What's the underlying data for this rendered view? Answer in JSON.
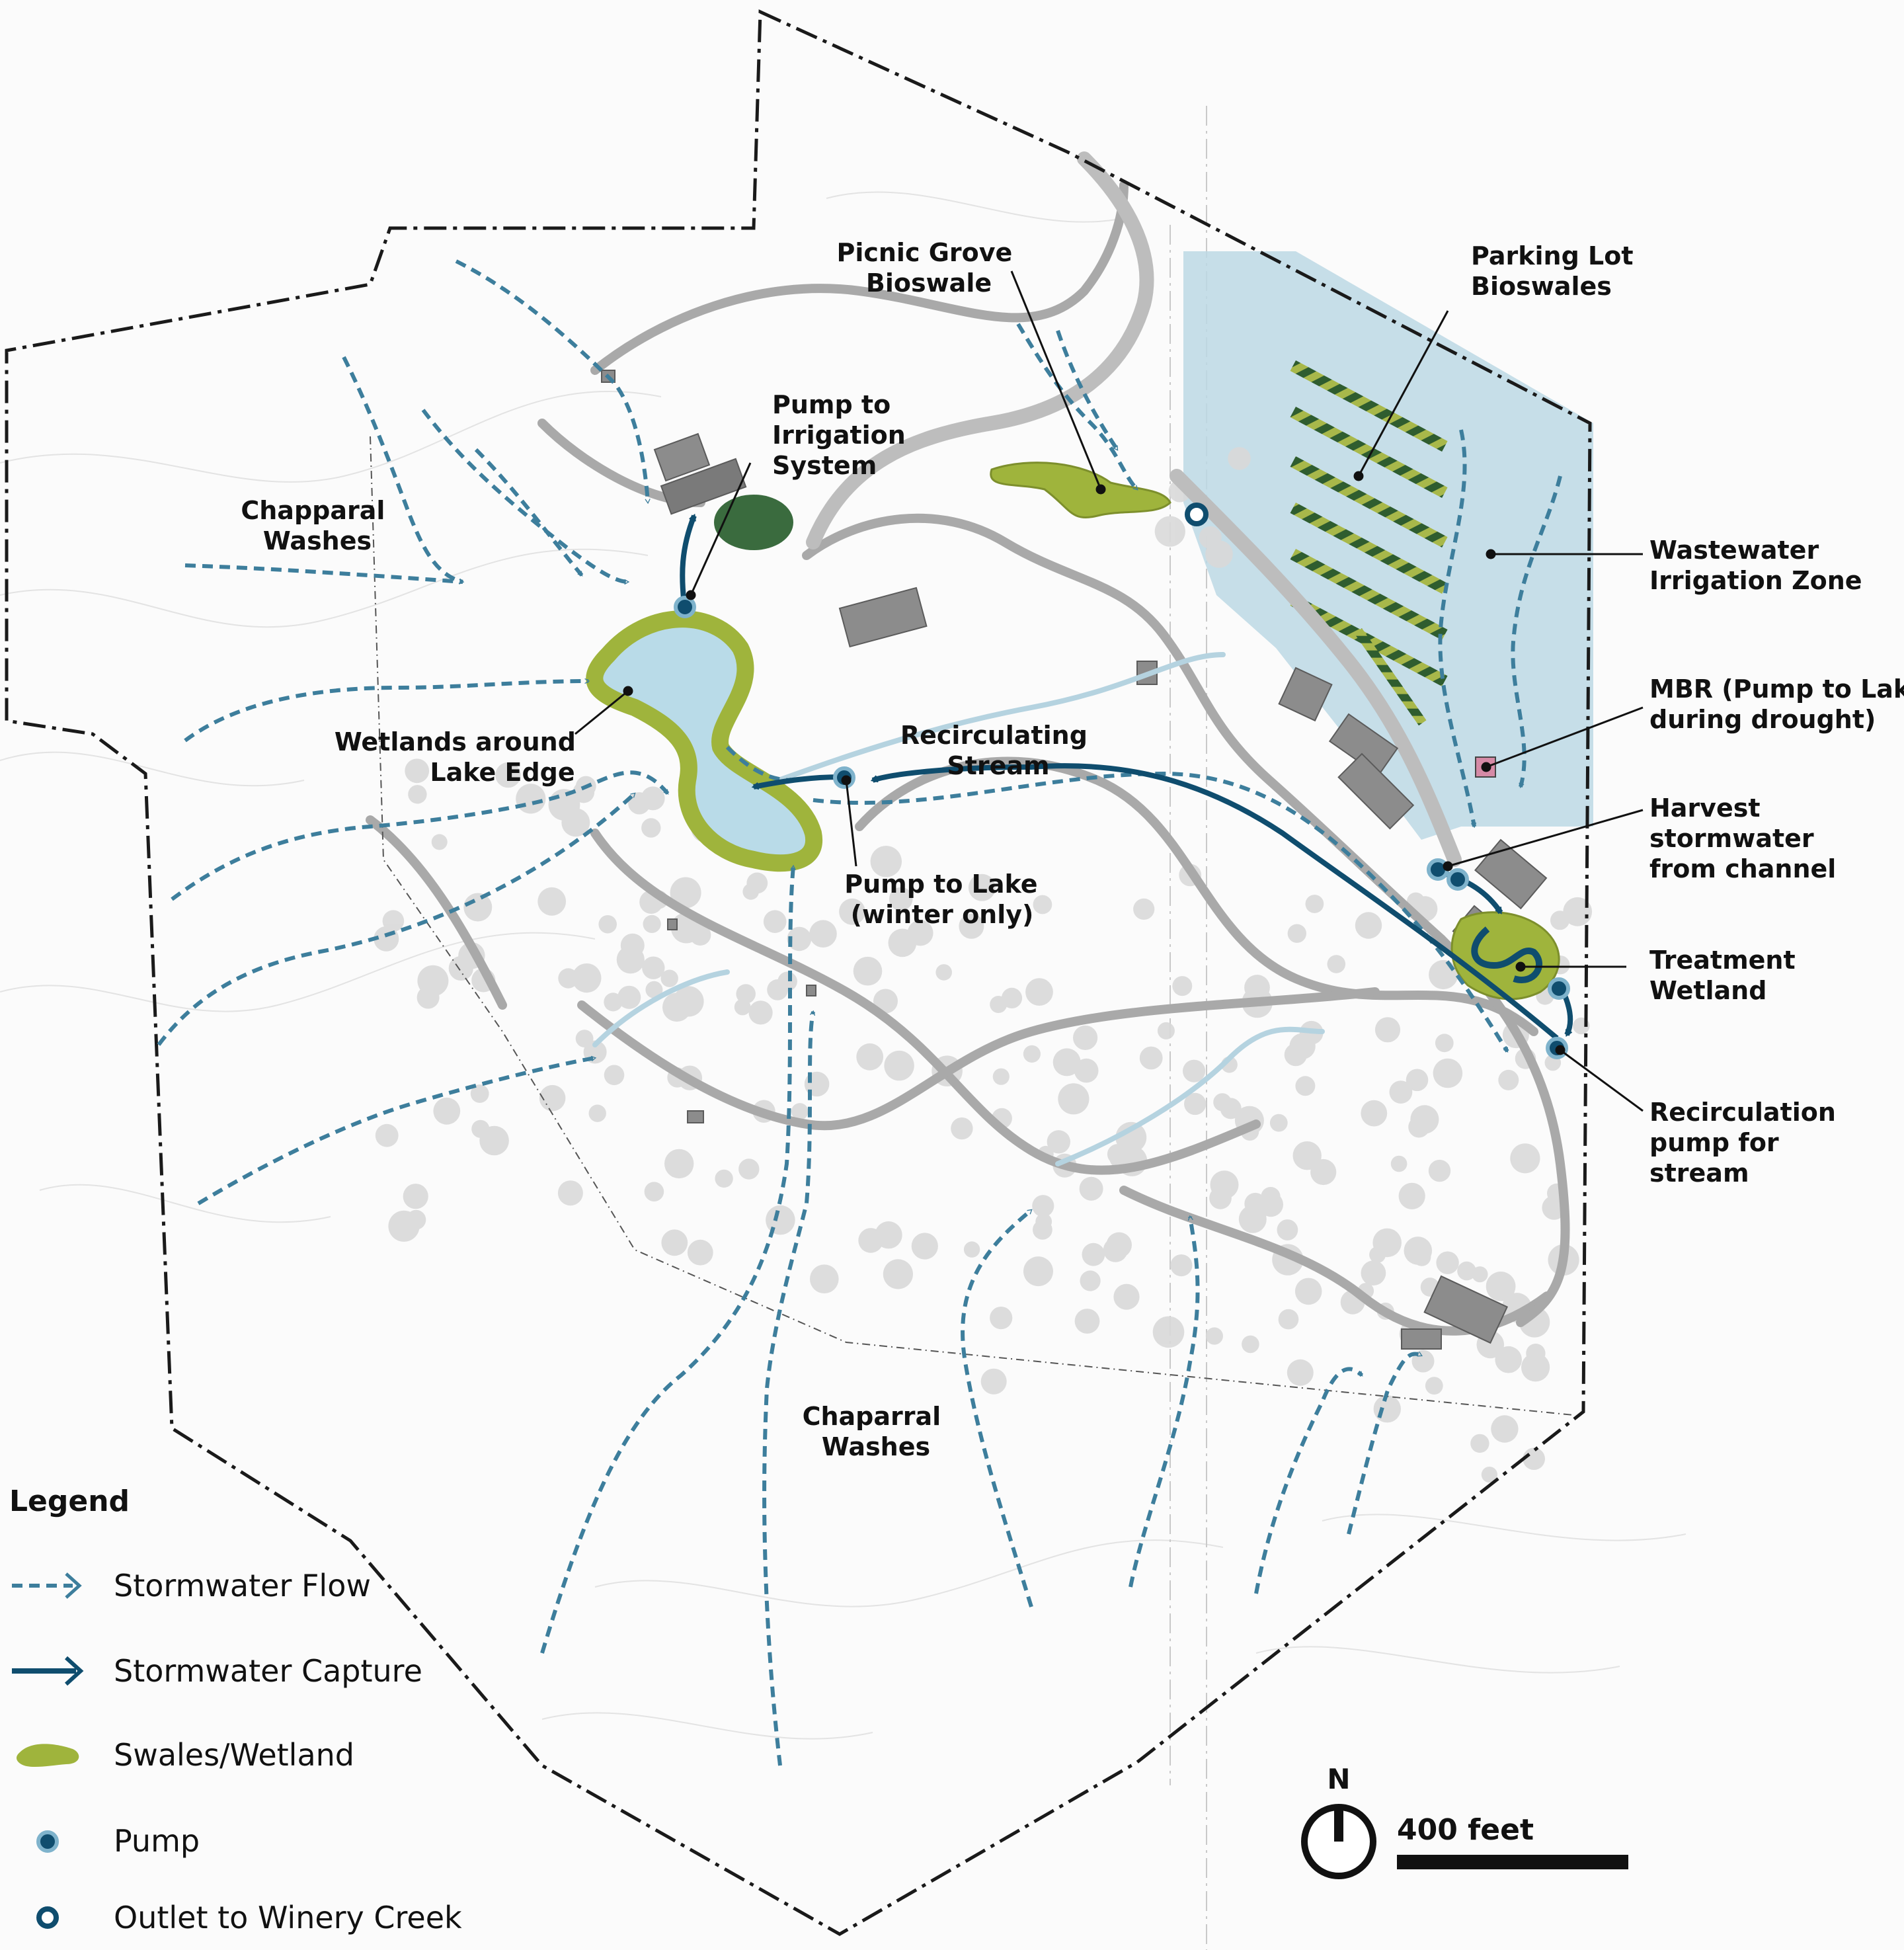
{
  "labels": {
    "picnic": [
      "Picnic Grove",
      "Bioswale"
    ],
    "parking": [
      "Parking Lot",
      "Bioswales"
    ],
    "pump_irrigation": [
      "Pump to",
      "Irrigation",
      "System"
    ],
    "chapparal_top": [
      "Chapparal",
      "Washes"
    ],
    "wastewater": [
      "Wastewater",
      "Irrigation Zone"
    ],
    "mbr": [
      "MBR (Pump to Lake",
      "during drought)"
    ],
    "wetlands_lake": [
      "Wetlands around",
      "Lake Edge"
    ],
    "recirc_stream": [
      "Recirculating",
      "Stream"
    ],
    "harvest": [
      "Harvest",
      "stormwater",
      "from channel"
    ],
    "pump_lake": [
      "Pump to Lake",
      "(winter only)"
    ],
    "treatment": [
      "Treatment",
      "Wetland"
    ],
    "recirc_pump": [
      "Recirculation",
      "pump for",
      "stream"
    ],
    "chaparral_bottom": [
      "Chaparral",
      "Washes"
    ]
  },
  "legend": {
    "title": "Legend",
    "items": [
      {
        "key": "stormwater-flow",
        "label": "Stormwater Flow"
      },
      {
        "key": "stormwater-capture",
        "label": "Stormwater Capture"
      },
      {
        "key": "swales-wetland",
        "label": "Swales/Wetland"
      },
      {
        "key": "pump",
        "label": "Pump"
      },
      {
        "key": "outlet",
        "label": "Outlet to Winery Creek"
      }
    ]
  },
  "north": {
    "label": "N"
  },
  "scale": {
    "label": "400 feet"
  },
  "colors": {
    "flow": "#3d7e9c",
    "capture": "#0f4d6e",
    "swale": "#9fb43c",
    "lake": "#b9dbe8",
    "parking_zone": "#bcd8e4",
    "trees": "#d6d6d6",
    "paths": "#a6a6a6",
    "building": "#8a8a8a"
  }
}
